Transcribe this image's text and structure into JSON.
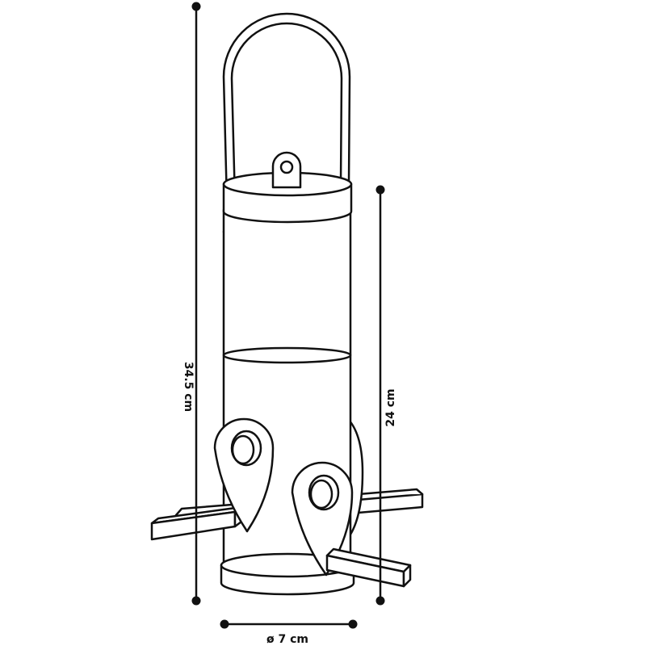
{
  "dimensions": {
    "total_height": "34.5 cm",
    "tube_height": "24 cm",
    "diameter": "ø 7 cm"
  },
  "colors": {
    "line": "#111111",
    "fill": "#ffffff"
  }
}
